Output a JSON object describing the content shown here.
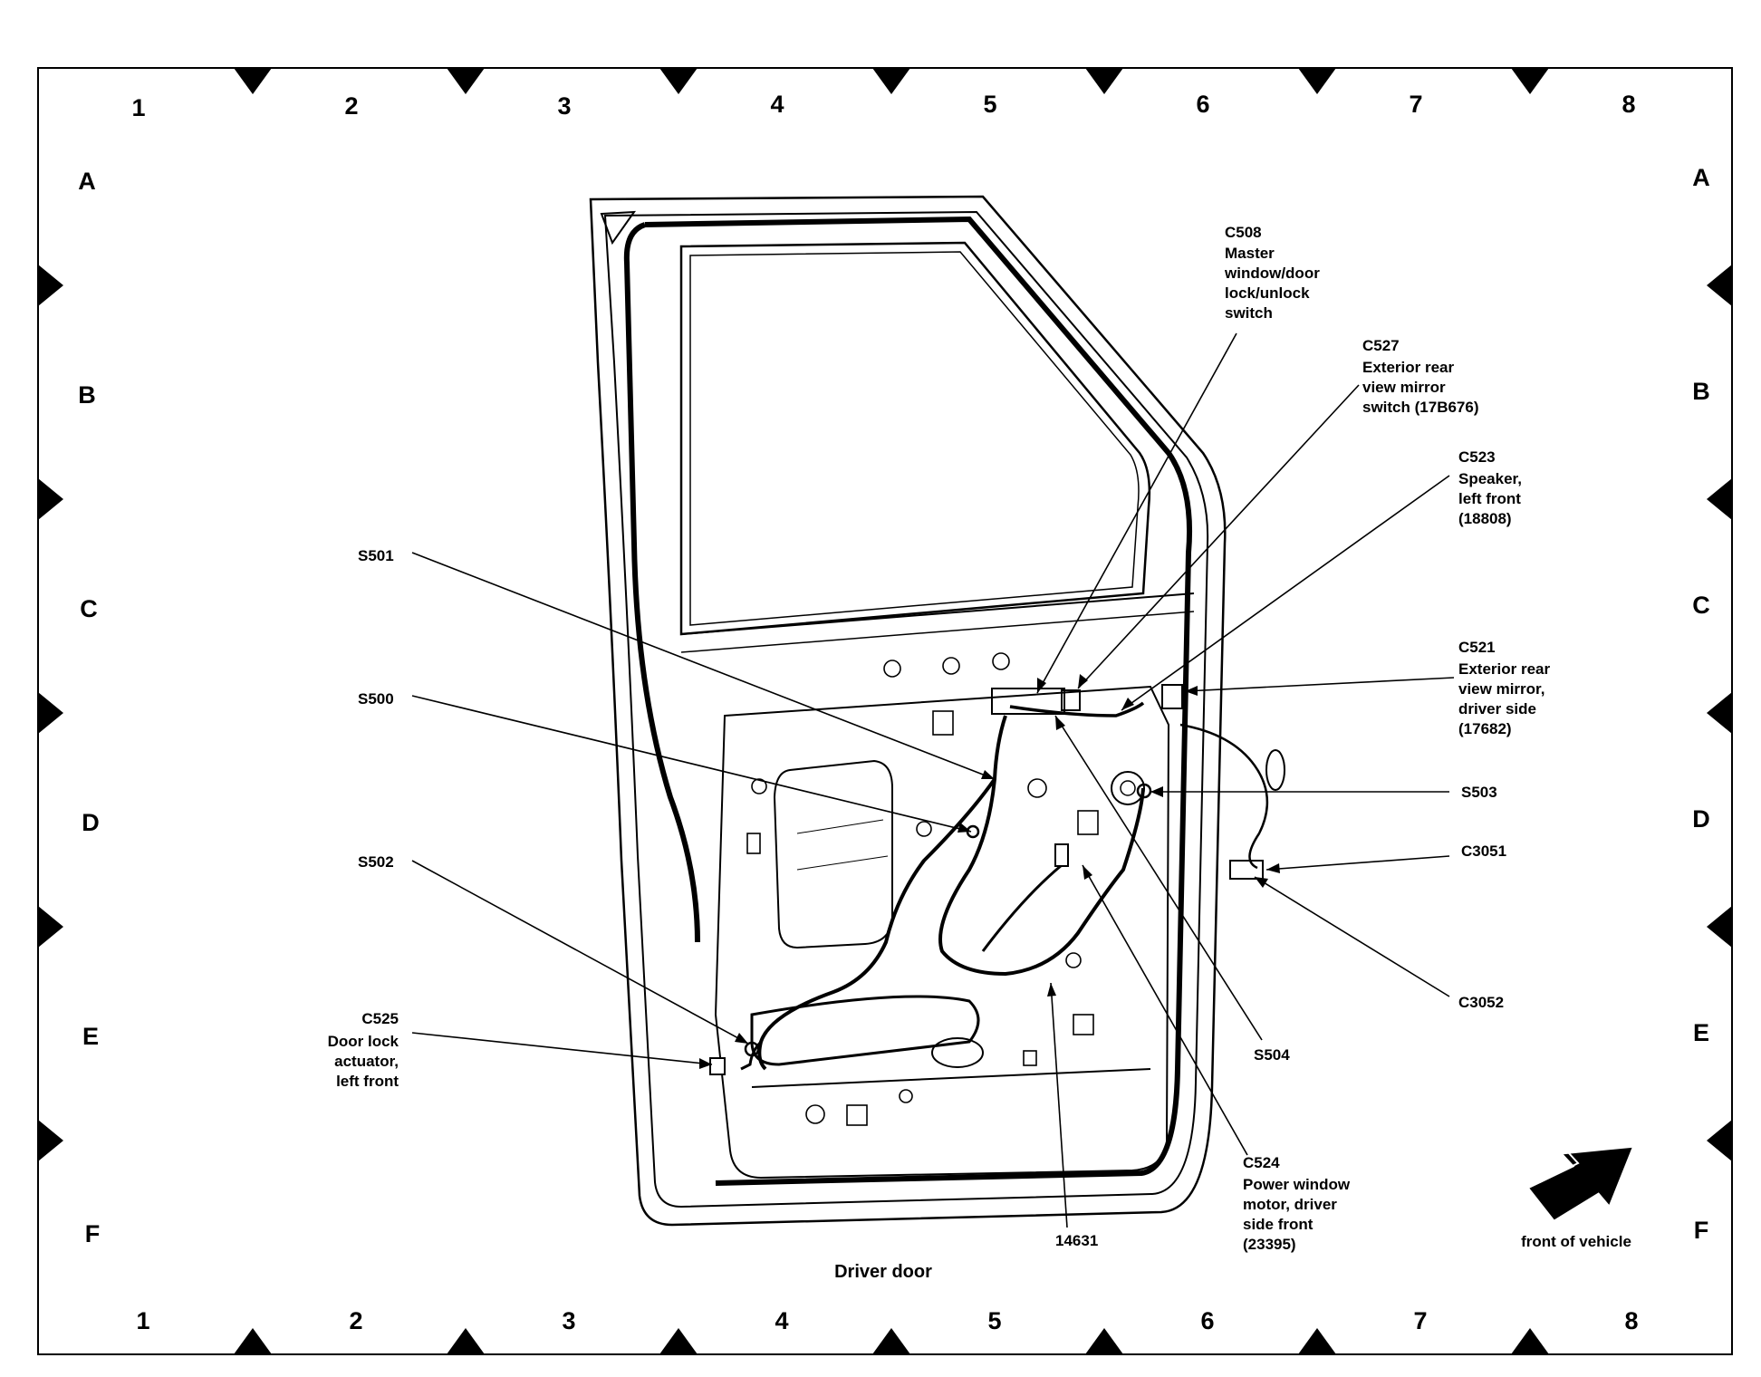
{
  "grid": {
    "columns": [
      "1",
      "2",
      "3",
      "4",
      "5",
      "6",
      "7",
      "8"
    ],
    "rows": [
      "A",
      "B",
      "C",
      "D",
      "E",
      "F"
    ]
  },
  "callouts": {
    "c508": {
      "code": "C508",
      "desc": [
        "Master",
        "window/door",
        "lock/unlock",
        "switch"
      ]
    },
    "c527": {
      "code": "C527",
      "desc": [
        "Exterior rear",
        "view mirror",
        "switch (17B676)"
      ]
    },
    "c523": {
      "code": "C523",
      "desc": [
        "Speaker,",
        "left front",
        "(18808)"
      ]
    },
    "c521": {
      "code": "C521",
      "desc": [
        "Exterior rear",
        "view mirror,",
        "driver side",
        "(17682)"
      ]
    },
    "s501": {
      "code": "S501"
    },
    "s500": {
      "code": "S500"
    },
    "s502": {
      "code": "S502"
    },
    "s503": {
      "code": "S503"
    },
    "s504": {
      "code": "S504"
    },
    "c3051": {
      "code": "C3051"
    },
    "c3052": {
      "code": "C3052"
    },
    "c525": {
      "code": "C525",
      "desc": [
        "Door lock",
        "actuator,",
        "left front"
      ]
    },
    "c524": {
      "code": "C524",
      "desc": [
        "Power window",
        "motor, driver",
        "side front",
        "(23395)"
      ]
    },
    "n14631": {
      "code": "14631"
    }
  },
  "caption": "Driver door",
  "front_label": "front of vehicle",
  "icons": {
    "front_arrow": "arrow-right-up-icon"
  }
}
